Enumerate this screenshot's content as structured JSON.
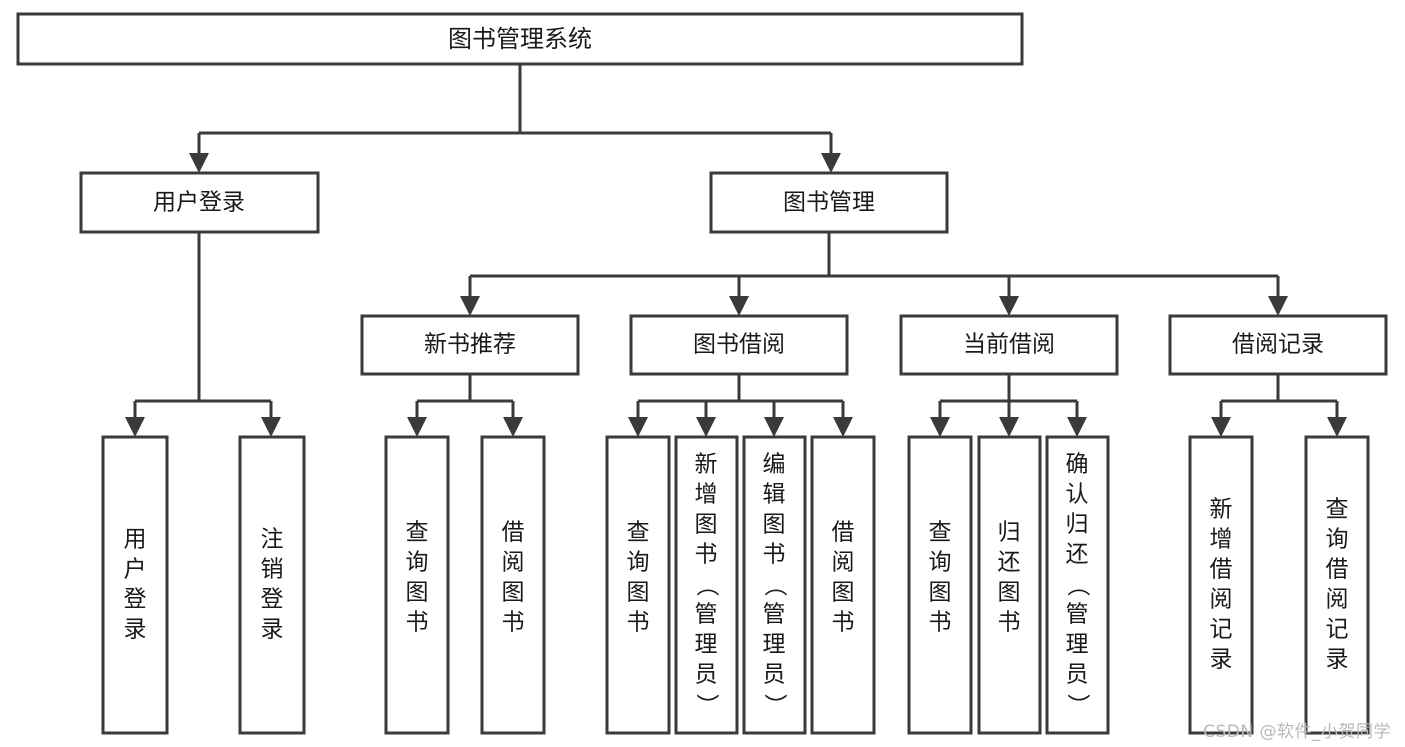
{
  "diagram": {
    "type": "tree-hierarchy-flowchart",
    "title": "图书管理系统",
    "watermark": "CSDN @软件_小贺同学",
    "colors": {
      "box_stroke": "#3a3a3a",
      "box_fill": "#ffffff",
      "text": "#1a1a1a",
      "background": "#ffffff",
      "watermark": "#b9b9b9"
    },
    "levels": [
      {
        "level": 1,
        "nodes": [
          {
            "id": "root",
            "label": "图书管理系统",
            "orientation": "horizontal"
          }
        ]
      },
      {
        "level": 2,
        "nodes": [
          {
            "id": "login",
            "label": "用户登录",
            "orientation": "horizontal",
            "parent": "root"
          },
          {
            "id": "bookmgmt",
            "label": "图书管理",
            "orientation": "horizontal",
            "parent": "root"
          }
        ]
      },
      {
        "level": 3,
        "nodes": [
          {
            "id": "newbook",
            "label": "新书推荐",
            "orientation": "horizontal",
            "parent": "bookmgmt"
          },
          {
            "id": "borrow",
            "label": "图书借阅",
            "orientation": "horizontal",
            "parent": "bookmgmt"
          },
          {
            "id": "current",
            "label": "当前借阅",
            "orientation": "horizontal",
            "parent": "bookmgmt"
          },
          {
            "id": "records",
            "label": "借阅记录",
            "orientation": "horizontal",
            "parent": "bookmgmt"
          }
        ]
      },
      {
        "level": 4,
        "nodes": [
          {
            "id": "leaf-user-login",
            "label": "用户登录",
            "orientation": "vertical",
            "parent": "login"
          },
          {
            "id": "leaf-user-logout",
            "label": "注销登录",
            "orientation": "vertical",
            "parent": "login"
          },
          {
            "id": "leaf-query-book-1",
            "label": "查询图书",
            "orientation": "vertical",
            "parent": "newbook"
          },
          {
            "id": "leaf-borrow-book-1",
            "label": "借阅图书",
            "orientation": "vertical",
            "parent": "newbook"
          },
          {
            "id": "leaf-query-book-2",
            "label": "查询图书",
            "orientation": "vertical",
            "parent": "borrow"
          },
          {
            "id": "leaf-add-book",
            "label": "新增图书（管理员）",
            "orientation": "vertical",
            "parent": "borrow"
          },
          {
            "id": "leaf-edit-book",
            "label": "编辑图书（管理员）",
            "orientation": "vertical",
            "parent": "borrow"
          },
          {
            "id": "leaf-borrow-book-2",
            "label": "借阅图书",
            "orientation": "vertical",
            "parent": "borrow"
          },
          {
            "id": "leaf-query-book-3",
            "label": "查询图书",
            "orientation": "vertical",
            "parent": "current"
          },
          {
            "id": "leaf-return-book",
            "label": "归还图书",
            "orientation": "vertical",
            "parent": "current"
          },
          {
            "id": "leaf-confirm-return",
            "label": "确认归还（管理员）",
            "orientation": "vertical",
            "parent": "current"
          },
          {
            "id": "leaf-add-record",
            "label": "新增借阅记录",
            "orientation": "vertical",
            "parent": "records"
          },
          {
            "id": "leaf-query-record",
            "label": "查询借阅记录",
            "orientation": "vertical",
            "parent": "records"
          }
        ]
      }
    ]
  }
}
